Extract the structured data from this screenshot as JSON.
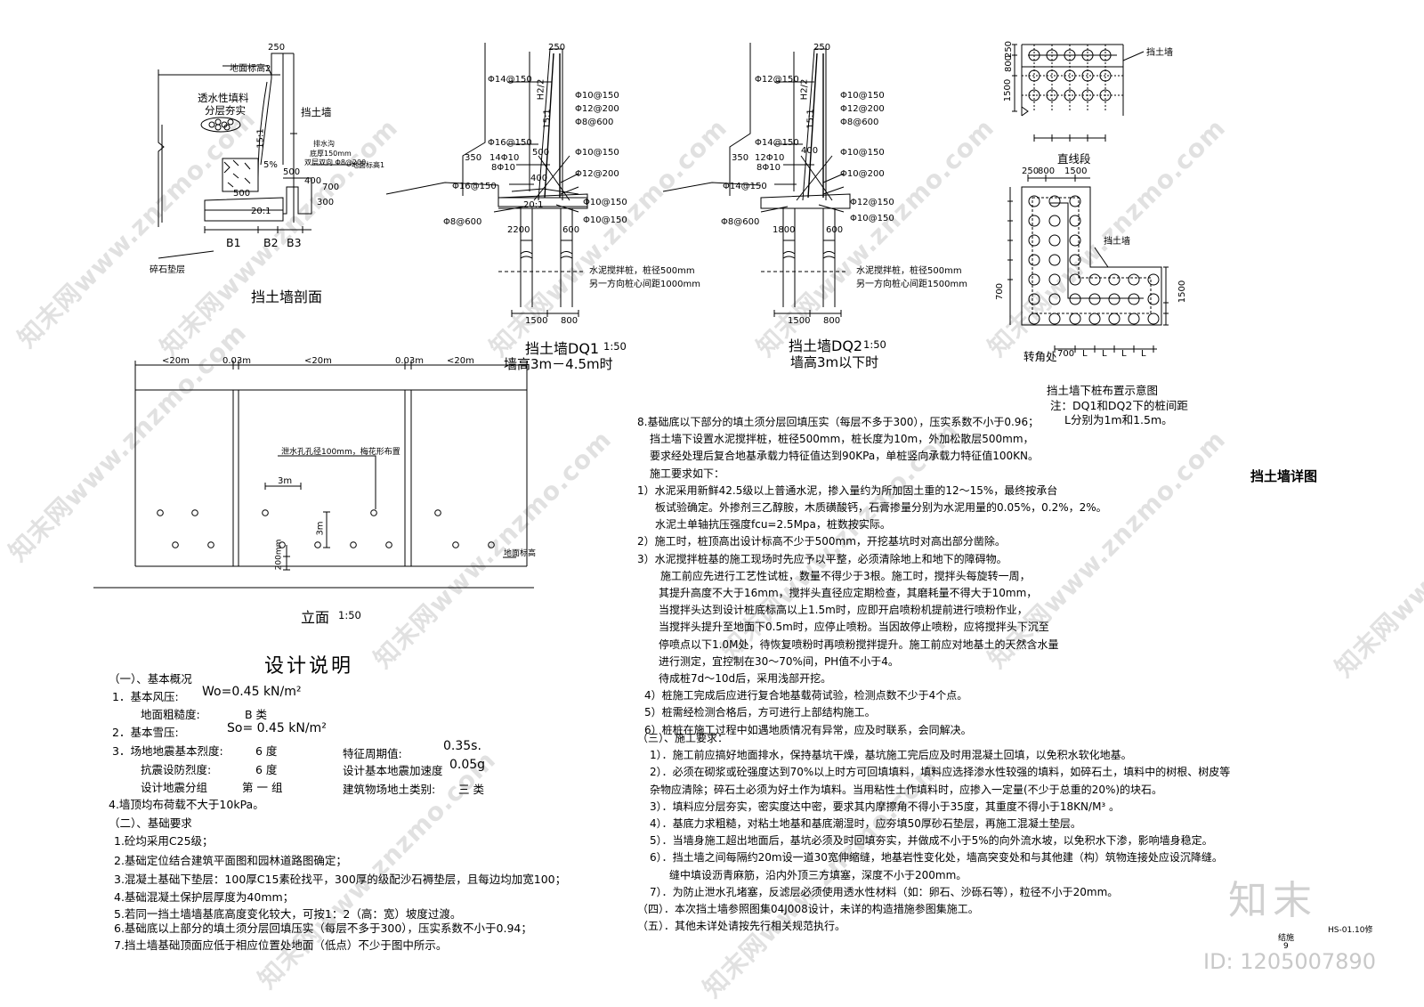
{
  "sheet": {
    "main_title": "挡土墙详图",
    "drawing_no": "HS-01.10修",
    "discipline": "结施",
    "sheet_no": "9",
    "logo_text": "知末",
    "id_text": "ID: 1205007890",
    "watermark": "知末网www.znzmo.com"
  },
  "section": {
    "title": "挡土墙剖面",
    "labels": {
      "ground2": "地面标高2",
      "fill": "透水性填料",
      "fill2": "分层夯实",
      "wall": "挡土墙",
      "slope": "15:1",
      "top": "250",
      "drain1": "排水沟",
      "drain2": "底厚150mm",
      "drain3": "双层双向 Φ8@200",
      "pct": "5%",
      "ground1": "地面标高1",
      "d500a": "500",
      "d500b": "500",
      "d400": "400",
      "d700": "700",
      "d300": "300",
      "ratio": "20:1",
      "b1": "B1",
      "b2": "B2",
      "b3": "B3",
      "gravel": "碎石垫层"
    }
  },
  "dq1": {
    "title": "挡土墙DQ1",
    "scale": "1:50",
    "subtitle": "墙高3m－4.5m时",
    "labels": {
      "top": "250",
      "h2": "H2/2",
      "slope": "15:1",
      "r1": "Φ14@150",
      "r2": "Φ10@150",
      "r3": "Φ12@200",
      "r4": "Φ8@600",
      "r5": "Φ16@150",
      "r6": "Φ10@150",
      "r7": "Φ12@200",
      "r8": "Φ10@150",
      "r9": "Φ16@150",
      "r10": "Φ8@600",
      "r11": "Φ10@150",
      "r12": "14Φ10",
      "r13": "8Φ10",
      "d350": "350",
      "d500": "500",
      "d400": "400",
      "d2200": "2200",
      "d600": "600",
      "ratio": "20:1",
      "pile1": "水泥搅拌桩，桩径500mm",
      "pile2": "另一方向桩心间距1000mm",
      "d1500": "1500",
      "d800": "800"
    }
  },
  "dq2": {
    "title": "挡土墙DQ2",
    "scale": "1:50",
    "subtitle": "墙高3m以下时",
    "labels": {
      "top": "250",
      "h2": "H2/2",
      "slope": "15:1",
      "r1": "Φ12@150",
      "r2": "Φ10@150",
      "r3": "Φ12@200",
      "r4": "Φ8@600",
      "r5": "Φ14@150",
      "r6": "Φ10@150",
      "r7": "Φ10@200",
      "r8": "Φ12@150",
      "r9": "Φ14@150",
      "r10": "Φ8@600",
      "r11": "Φ10@150",
      "r12": "12Φ10",
      "r13": "8Φ10",
      "d350": "350",
      "d400": "400",
      "d600": "600",
      "d1800": "1800",
      "pile1": "水泥搅拌桩，桩径500mm",
      "pile2": "另一方向桩心间距1500mm",
      "d1500": "1500",
      "d800": "800"
    }
  },
  "piles": {
    "straight": "直线段",
    "corner": "转角处",
    "wall": "挡土墙",
    "title": "挡土墙下桩布置示意图",
    "note1": "注：DQ1和DQ2下的桩间距",
    "note2": "L分别为1m和1.5m。",
    "d250": "250",
    "d800": "800",
    "d1500": "1500",
    "d700": "700",
    "L": "L"
  },
  "elevation": {
    "title": "立面",
    "scale": "1:50",
    "dim1": "<20m",
    "gap": "0.03m",
    "dim2": "<20m",
    "gap2": "0.03m",
    "dim3": "<20m",
    "note": "泄水孔孔径100mm，梅花形布置",
    "d3m": "3m",
    "d3m2": "3m",
    "d200": "200mm",
    "ground": "地面标高"
  },
  "design": {
    "title": "设计说明",
    "s1": "（一）、基本概况",
    "wind": "1．基本风压:",
    "wind_val": "Wo=0.45 kN/m²",
    "rough": "地面粗糙度:",
    "rough_val": "B 类",
    "snow": "2．基本雪压:",
    "snow_val": "So= 0.45 kN/m²",
    "seis": "3．场地地震基本烈度:",
    "seis_val": "6 度",
    "period": "特征周期值:",
    "period_val": "0.35s.",
    "fort": "抗震设防烈度:",
    "fort_val": "6 度",
    "accel": "设计基本地震加速度",
    "accel_val": "0.05g",
    "group": "设计地震分组",
    "group_val": "第 一 组",
    "site": "建筑物场地土类别:",
    "site_val": "三 类",
    "load": "4.墙顶均布荷载不大于10kPa。",
    "s2": "（二）、基础要求",
    "f1": "1.砼均采用C25级；",
    "f2": "2.基础定位结合建筑平面图和园林道路图确定；",
    "f3": "3.混凝土基础下垫层：100厚C15素砼找平，300厚的级配沙石褥垫层，且每边均加宽100；",
    "f4": "4.基础混凝土保护层厚度为40mm；",
    "f5": "5.若同一挡土墙墙基底高度变化较大，可按1：2（高：宽）坡度过渡。",
    "f6": "6.基础底以上部分的填土须分层回填压实（每层不多于300），压实系数不小于0.94；",
    "f7": "7.挡土墙基础顶面应低于相应位置处地面（低点）不少于图中所示。"
  },
  "notes_right": [
    "8.基础底以下部分的填土须分层回填压实（每层不多于300），压实系数不小于0.96；",
    "挡土墙下设置水泥搅拌桩，桩径500mm，桩长度为10m，外加松散层500mm，",
    "要求经处理后复合地基承载力特征值达到90KPa，单桩竖向承载力特征值100KN。",
    "施工要求如下：",
    "1）水泥采用新鲜42.5级以上普通水泥，掺入量约为所加固土重的12～15%，最终按承台",
    "板试验确定。外掺剂三乙醇胺，木质磺酸钙，石膏掺量分别为水泥用量的0.05%，0.2%，2%。",
    "水泥土单轴抗压强度fcu=2.5Mpa，桩数按实际。",
    "2）施工时，桩顶高出设计标高不少于500mm，开挖基坑时对高出部分凿除。",
    "3）水泥搅拌桩基的施工现场时先应予以平整，必须清除地上和地下的障碍物。",
    "施工前应先进行工艺性试桩，数量不得少于3根。施工时，搅拌头每旋转一周，",
    "其提升高度不大于16mm，搅拌头直径应定期检查，其磨耗量不得大于10mm，",
    "当搅拌头达到设计桩底标高以上1.5m时，应即开启喷粉机提前进行喷粉作业，",
    "当搅拌头提升至地面下0.5m时，应停止喷粉。当因故停止喷粉，应将搅拌头下沉至",
    "停喷点以下1.0M处，待恢复喷粉时再喷粉搅拌提升。施工前应对地基土的天然含水量",
    "进行测定，宜控制在30～70%间，PH值不小于4。",
    "待成桩7d～10d后，采用浅部开挖。",
    "4）桩施工完成后应进行复合地基载荷试验，检测点数不少于4个点。",
    "5）桩需经检测合格后，方可进行上部结构施工。",
    "6）桩桩在施工过程中如遇地质情况有异常，应及时联系，会同解决。"
  ],
  "notes_right2": [
    "（三）、施工要求：",
    "1）．施工前应搞好地面排水，保持基坑干燥，基坑施工完后应及时用混凝土回填，以免积水软化地基。",
    "2）．必须在砌浆或砼强度达到70%以上时方可回填填料，填料应选择渗水性较强的填料，如碎石土，填料中的树根、树皮等",
    "杂物应清除；碎石土必须为好土作为填料。当用粘性土作填料时，应掺入一定量(不少于总重的20%)的块石。",
    "3）．填料应分层夯实，密实度达中密，要求其内摩擦角不得小于35度，其重度不得小于18KN/M³ 。",
    "4）．基底力求粗糙，对粘土地基和基底潮湿时，应夯填50厚砂石垫层，再施工混凝土垫层。",
    "5）．当墙身施工超出地面后，基坑必须及时回填夯实，并做成不小于5%的向外流水坡，以免积水下渗，影响墙身稳定。",
    "6）．挡土墙之间每隔约20m设一道30宽伸缩缝，地基岩性变化处，墙高突变处和与其他建（构）筑物连接处应设沉降缝。",
    "缝中填设沥青麻筋，沿内外顶三方填塞，深度不小于200mm。",
    "7）．为防止泄水孔堵塞，反滤层必须使用透水性材料（如：卵石、沙砾石等），粒径不小于20mm。",
    "（四）．本次挡土墙参照图集04J008设计，未详的构造措施参图集施工。",
    "（五）．其他未详处请按先行相关规范执行。"
  ]
}
